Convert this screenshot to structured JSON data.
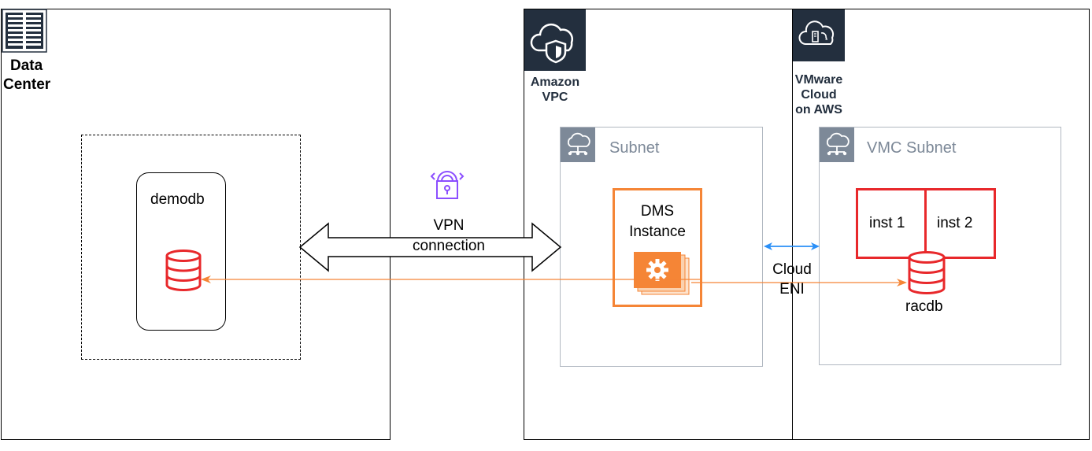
{
  "data_center": {
    "title_line1": "Data",
    "title_line2": "Center",
    "icon": "server-rack-icon"
  },
  "source_db": {
    "label": "demodb",
    "icon": "database-icon"
  },
  "vpn": {
    "line1": "VPN",
    "line2": "connection",
    "icon": "vpn-lock-icon"
  },
  "amazon_vpc": {
    "line1": "Amazon",
    "line2": "VPC",
    "icon": "vpc-cloud-shield-icon"
  },
  "vmware_cloud": {
    "line1": "VMware",
    "line2": "Cloud",
    "line3": "on AWS",
    "icon": "vmc-cloud-icon"
  },
  "subnet": {
    "label": "Subnet",
    "icon": "subnet-icon"
  },
  "dms": {
    "line1": "DMS",
    "line2": "Instance",
    "icon": "gear-icon"
  },
  "vmc_subnet": {
    "label": "VMC Subnet",
    "icon": "subnet-icon"
  },
  "cloud_eni": {
    "line1": "Cloud",
    "line2": "ENI"
  },
  "rac": {
    "inst1": "inst 1",
    "inst2": "inst 2",
    "db_label": "racdb",
    "icon": "database-icon"
  },
  "colors": {
    "orange": "#f58536",
    "red": "#e8282b",
    "blue": "#2a8ff7",
    "aws_dark": "#232f3e",
    "subnet_gray": "#7d8998"
  }
}
